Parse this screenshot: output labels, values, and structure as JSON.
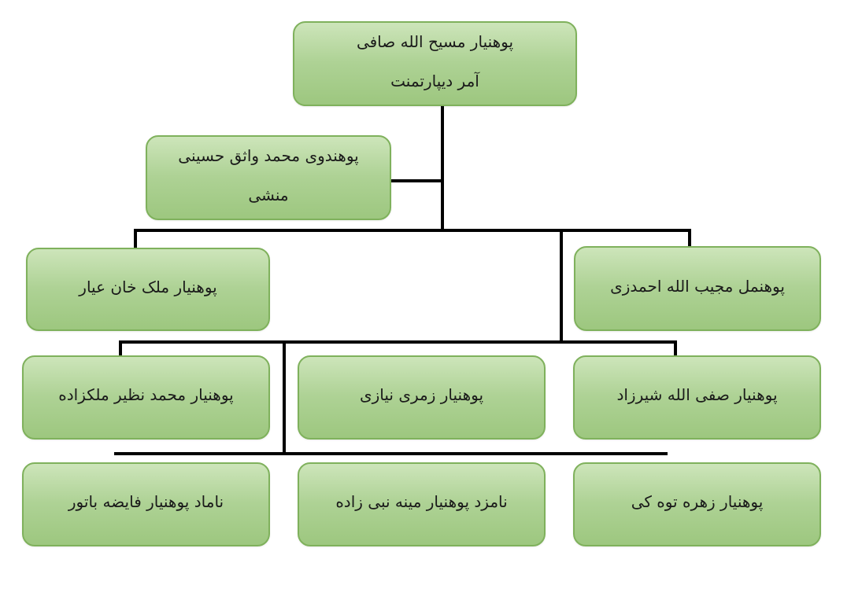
{
  "theme": {
    "page_bg": "#ffffff",
    "box_fill_top": "#cde5ba",
    "box_fill_mid": "#aed295",
    "box_fill_bottom": "#9dc77f",
    "box_border": "#7fb15c",
    "line_color": "#000000",
    "text_color": "#1a1a1a"
  },
  "org": {
    "type": "organizational-chart",
    "text_direction": "rtl",
    "nodes": [
      {
        "id": "department-head",
        "name": "پوهنیار مسیح الله صافی",
        "role": "آمر دیپارتمنت",
        "level": 1
      },
      {
        "id": "secretary",
        "name": "پوهندوی محمد واثق حسینی",
        "role": "منشی",
        "level": 1,
        "attachment": "assistant-of-department-head"
      },
      {
        "id": "member-malek-khan-ayar",
        "name": "پوهنیار ملک خان عیار",
        "role": "",
        "level": 2
      },
      {
        "id": "member-mujibullah-ahmadzai",
        "name": "پوهنمل مجیب الله احمدزی",
        "role": "",
        "level": 2
      },
      {
        "id": "member-mohammad-nazir-malekzada",
        "name": "پوهنیار محمد نظیر ملکزاده",
        "role": "",
        "level": 3
      },
      {
        "id": "member-zamari-niazi",
        "name": "پوهنیار زمری نیازی",
        "role": "",
        "level": 3
      },
      {
        "id": "member-safiullah-sherzad",
        "name": "پوهنیار صفی الله شیرزاد",
        "role": "",
        "level": 3
      },
      {
        "id": "member-fayeza-batur",
        "name": "ناماد پوهنیار فایضه باتور",
        "role": "",
        "level": 4
      },
      {
        "id": "member-mina-nabizada",
        "name": "نامزد پوهنیار مینه نبی زاده",
        "role": "",
        "level": 4
      },
      {
        "id": "member-zohra-tawakey",
        "name": "پوهنیار زهره توه کی",
        "role": "",
        "level": 4
      }
    ]
  }
}
